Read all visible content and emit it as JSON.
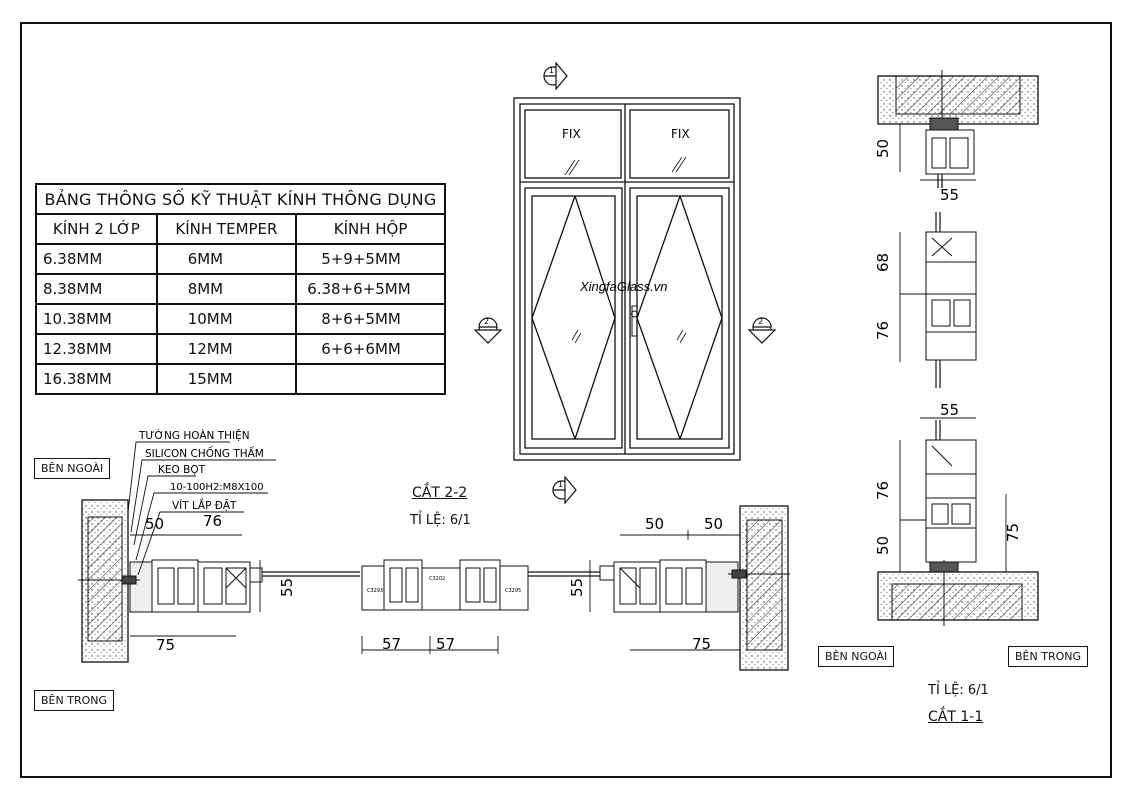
{
  "table": {
    "title": "BẢNG THÔNG SỐ KỸ THUẬT KÍNH  THÔNG DỤNG",
    "headers": [
      "KÍNH 2 LỚP",
      "KÍNH TEMPER",
      "KÍNH HỘP"
    ],
    "rows": [
      [
        "6.38MM",
        "6MM",
        "5+9+5MM"
      ],
      [
        "8.38MM",
        "8MM",
        "6.38+6+5MM"
      ],
      [
        "10.38MM",
        "10MM",
        "8+6+5MM"
      ],
      [
        "12.38MM",
        "12MM",
        "6+6+6MM"
      ],
      [
        "16.38MM",
        "15MM",
        ""
      ]
    ]
  },
  "elevation": {
    "fix_left": "FIX",
    "fix_right": "FIX",
    "watermark": "XingfaGlass.vn",
    "marker_1": "1",
    "marker_2": "2"
  },
  "section22": {
    "title": "CẮT 2-2",
    "scale": "TỈ LỆ: 6/1",
    "outside": "BÊN NGOÀI",
    "inside": "BÊN TRONG",
    "callouts": [
      "TƯỜNG HOÀN THIỆN",
      "SILICON CHỐNG THẤM",
      "KEO BỌT",
      "10-100H2:M8X100",
      "VÍT LẮP ĐẶT"
    ],
    "dims": {
      "left_50": "50",
      "left_76": "76",
      "left_55": "55",
      "left_75": "75",
      "mid_57a": "57",
      "mid_57b": "57",
      "right_50a": "50",
      "right_50b": "50",
      "right_55": "55",
      "right_75": "75"
    },
    "profile_codes": [
      "C3293",
      "C3202",
      "C3295"
    ]
  },
  "section11": {
    "title": "CẮT 1-1",
    "scale": "TỈ LỆ: 6/1",
    "outside": "BÊN NGOÀI",
    "inside": "BÊN TRONG",
    "dims": {
      "top_50": "50",
      "top_55": "55",
      "mid_68": "68",
      "mid_76": "76",
      "low_55": "55",
      "low_76": "76",
      "low_50": "50",
      "low_75": "75"
    }
  }
}
